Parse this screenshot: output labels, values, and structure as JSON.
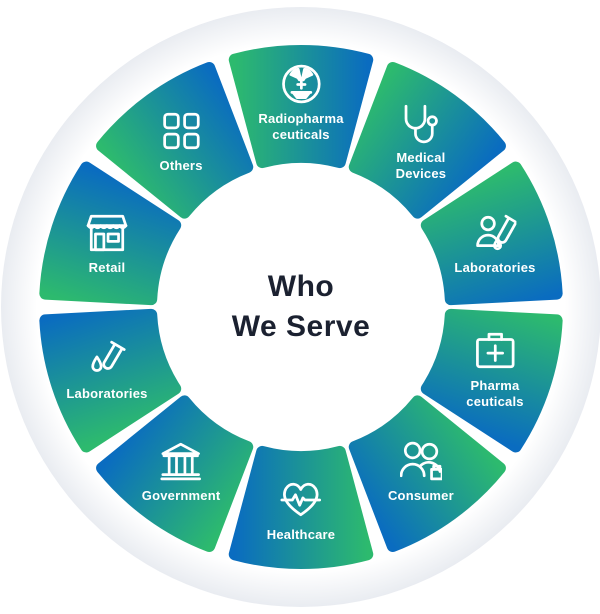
{
  "title": "Who\nWe Serve",
  "colors": {
    "green": "#2dba6e",
    "blue": "#0a6cc0",
    "text": "#1b2130"
  },
  "segments": [
    {
      "label": "Radiopharma\nceuticals",
      "icon": "radiation-icon"
    },
    {
      "label": "Medical\nDevices",
      "icon": "stethoscope-icon"
    },
    {
      "label": "Laboratories",
      "icon": "lab-person-icon"
    },
    {
      "label": "Pharma\nceuticals",
      "icon": "medical-kit-icon"
    },
    {
      "label": "Consumer",
      "icon": "consumer-icon"
    },
    {
      "label": "Healthcare",
      "icon": "heartbeat-icon"
    },
    {
      "label": "Government",
      "icon": "government-building-icon"
    },
    {
      "label": "Laboratories",
      "icon": "test-tube-icon"
    },
    {
      "label": "Retail",
      "icon": "store-icon"
    },
    {
      "label": "Others",
      "icon": "grid-icon"
    }
  ]
}
